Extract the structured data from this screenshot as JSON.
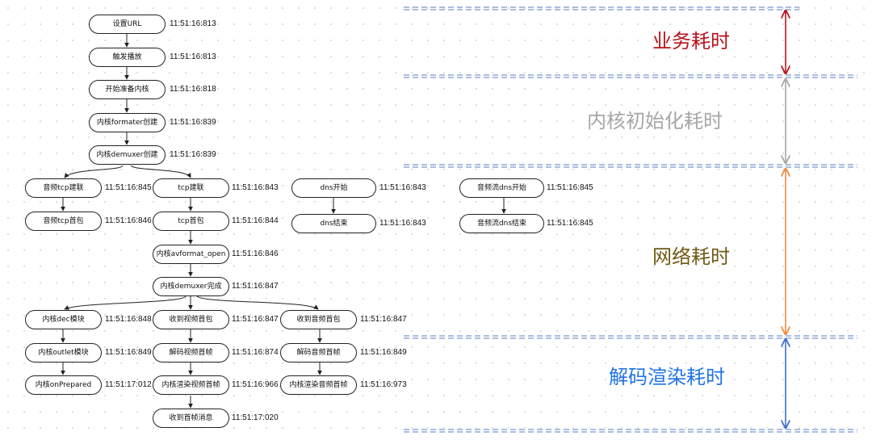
{
  "nodes": {
    "set_url": {
      "label": "设置URL",
      "time": "11:51:16:813"
    },
    "trigger_play": {
      "label": "触发播放",
      "time": "11:51:16:813"
    },
    "prepare_kernel": {
      "label": "开始准备内核",
      "time": "11:51:16:818"
    },
    "formater_create": {
      "label": "内核formater创建",
      "time": "11:51:16:839"
    },
    "demuxer_create": {
      "label": "内核demuxer创建",
      "time": "11:51:16:839"
    },
    "audio_tcp_connect": {
      "label": "音频tcp建联",
      "time": "11:51:16:845"
    },
    "audio_tcp_first_packet": {
      "label": "音频tcp首包",
      "time": "11:51:16:846"
    },
    "tcp_connect": {
      "label": "tcp建联",
      "time": "11:51:16:843"
    },
    "tcp_first_packet": {
      "label": "tcp首包",
      "time": "11:51:16:844"
    },
    "avformat_open": {
      "label": "内核avformat_open",
      "time": "11:51:16:846"
    },
    "demuxer_done": {
      "label": "内核demuxer完成",
      "time": "11:51:16:847"
    },
    "dns_start": {
      "label": "dns开始",
      "time": "11:51:16:843"
    },
    "dns_end": {
      "label": "dns结束",
      "time": "11:51:16:843"
    },
    "audio_dns_start": {
      "label": "音频流dns开始",
      "time": "11:51:16:845"
    },
    "audio_dns_end": {
      "label": "音频流dns结束",
      "time": "11:51:16:845"
    },
    "dec_module": {
      "label": "内核dec模块",
      "time": "11:51:16:848"
    },
    "outlet_module": {
      "label": "内核outlet模块",
      "time": "11:51:16:849"
    },
    "on_prepared": {
      "label": "内核onPrepared",
      "time": "11:51:17:012"
    },
    "video_first_packet": {
      "label": "收到视频首包",
      "time": "11:51:16:847"
    },
    "video_decode_first_frame": {
      "label": "解码视频首帧",
      "time": "11:51:16:874"
    },
    "video_render_first_frame": {
      "label": "内核渲染视频首帧",
      "time": "11:51:16:966"
    },
    "first_frame_message": {
      "label": "收到首帧消息",
      "time": "11:51:17:020"
    },
    "audio_first_packet": {
      "label": "收到音频首包",
      "time": "11:51:16:847"
    },
    "audio_decode_first_frame": {
      "label": "解码音频首帧",
      "time": "11:51:16:849"
    },
    "audio_render_first_frame": {
      "label": "内核渲染音频首帧",
      "time": "11:51:16:973"
    }
  },
  "phases": {
    "business": {
      "label": "业务耗时",
      "color": "#b8121b"
    },
    "kernel_init": {
      "label": "内核初始化耗时",
      "color": "#a6a6a6"
    },
    "network": {
      "label": "网络耗时",
      "color": "#6f5a12"
    },
    "decode_render": {
      "label": "解码渲染耗时",
      "color": "#1f73e6"
    }
  },
  "colors": {
    "divider": "#8fa8d8",
    "arrow_business": "#b8121b",
    "arrow_kernel": "#a6a6a6",
    "arrow_network": "#ef8a3c",
    "arrow_decode": "#3d6fc7"
  }
}
